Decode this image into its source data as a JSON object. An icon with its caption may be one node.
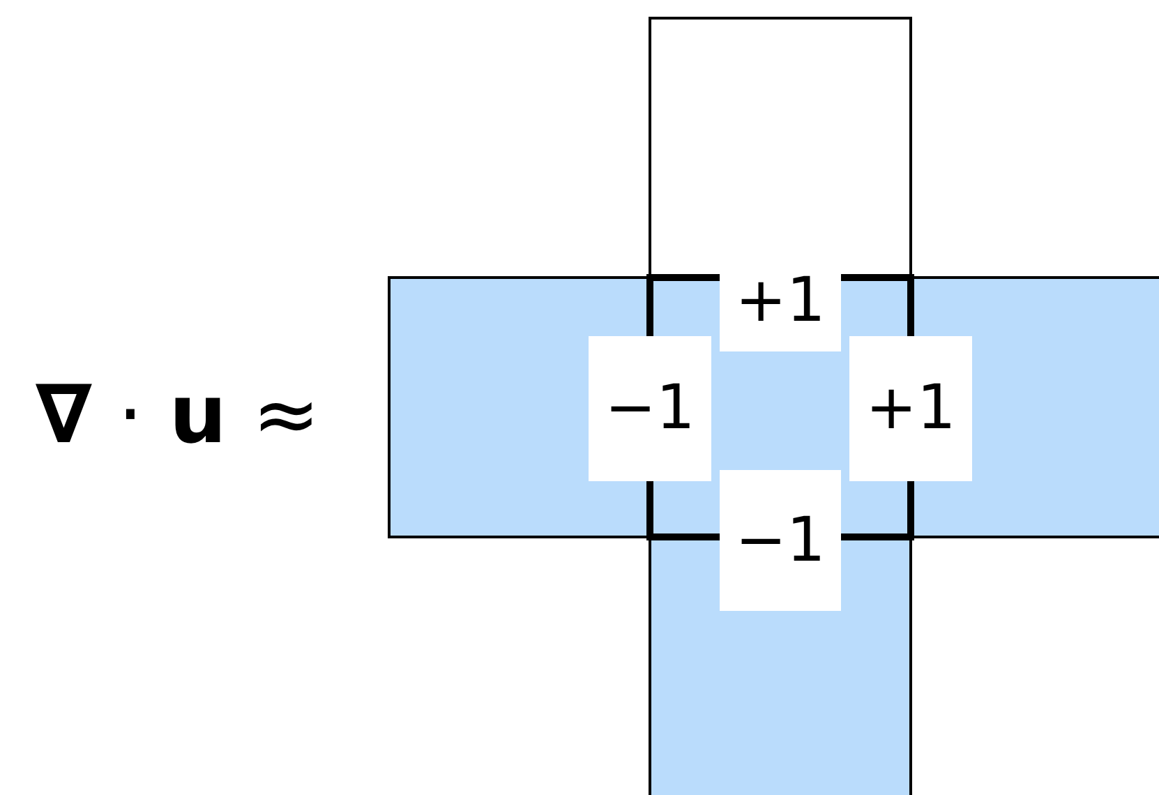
{
  "diagram": {
    "labels": [
      "**∇** · **u** ≈",
      "+1",
      "−1",
      "+1",
      "−1"
    ]
  }
}
